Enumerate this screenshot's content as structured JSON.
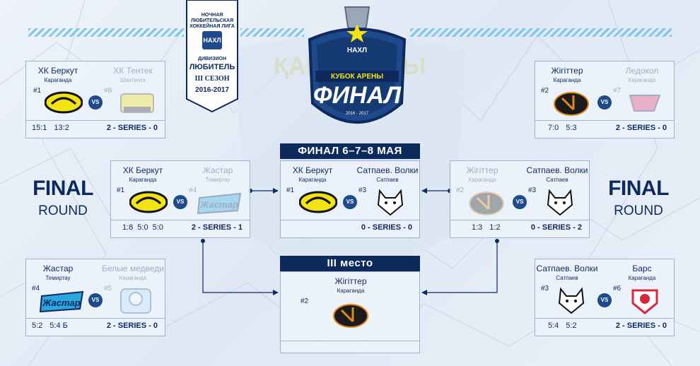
{
  "league": {
    "line1": "НОЧНАЯ",
    "line2": "ЛЮБИТЕЛЬСКАЯ",
    "line3": "ХОККЕЙНАЯ ЛИГА",
    "logo": "НАХЛ",
    "division_label": "ДИВИЗИОН",
    "division": "ЛЮБИТЕЛЬ",
    "season": "III СЕЗОН",
    "years": "2016-2017"
  },
  "final_badge": {
    "logo": "НАХЛ",
    "cup": "КУБОК АРЕНЫ",
    "title": "ФИНАЛ",
    "years": "2016 - 2017"
  },
  "final_round_label": {
    "line1": "FINAL",
    "line2": "ROUND"
  },
  "banners": {
    "final": "ФИНАЛ  6–7–8 МАЯ",
    "third": "III место"
  },
  "series": {
    "qf_left_top": {
      "a": {
        "name": "ХК Беркут",
        "city": "Караганда",
        "seed": "#1",
        "logo": "berkut-logo"
      },
      "b": {
        "name": "ХК Тентек",
        "city": "Шахтинск",
        "seed": "#8",
        "logo": "tentek-logo"
      },
      "scores": [
        "15:1",
        "13:2"
      ],
      "result": "2 - SERIES - 0"
    },
    "qf_left_bottom": {
      "a": {
        "name": "Жастар",
        "city": "Темиртау",
        "seed": "#4",
        "logo": "zhastar-logo"
      },
      "b": {
        "name": "Белые медведи",
        "city": "Караганда",
        "seed": "#5",
        "logo": "belye-medvedi-logo"
      },
      "scores": [
        "5:2",
        "5:4 Б"
      ],
      "result": "2 - SERIES - 0"
    },
    "qf_right_top": {
      "a": {
        "name": "Жігіттер",
        "city": "Караганда",
        "seed": "#2",
        "logo": "zhigitter-logo"
      },
      "b": {
        "name": "Ледокол",
        "city": "Караганда",
        "seed": "#7",
        "logo": "ledokol-logo"
      },
      "scores": [
        "7:0",
        "5:3"
      ],
      "result": "2 - SERIES - 0"
    },
    "qf_right_bottom": {
      "a": {
        "name": "Сатпаев. Волки",
        "city": "Сатпаев",
        "seed": "#3",
        "logo": "volki-logo"
      },
      "b": {
        "name": "Барс",
        "city": "Караганда",
        "seed": "#6",
        "logo": "bars-logo"
      },
      "scores": [
        "5:4",
        "5:2"
      ],
      "result": "2 - SERIES - 0"
    },
    "sf_left": {
      "a": {
        "name": "ХК Беркут",
        "city": "Караганда",
        "seed": "#1",
        "logo": "berkut-logo"
      },
      "b": {
        "name": "Жастар",
        "city": "Темиртау",
        "seed": "#4",
        "logo": "zhastar-logo"
      },
      "scores": [
        "1:8",
        "5:0",
        "5:0"
      ],
      "result": "2 - SERIES - 1"
    },
    "sf_right": {
      "a": {
        "name": "Жігіттер",
        "city": "Караганда",
        "seed": "#2",
        "logo": "zhigitter-logo"
      },
      "b": {
        "name": "Сатпаев. Волки",
        "city": "Сатпаев",
        "seed": "#3",
        "logo": "volki-logo"
      },
      "scores": [
        "1:3",
        "1:2"
      ],
      "result": "0 - SERIES - 2"
    },
    "final": {
      "a": {
        "name": "ХК Беркут",
        "city": "Караганда",
        "seed": "#1",
        "logo": "berkut-logo"
      },
      "b": {
        "name": "Сатпаев. Волки",
        "city": "Сатпаев",
        "seed": "#3",
        "logo": "volki-logo"
      },
      "scores": [],
      "result": "0 - SERIES - 0"
    },
    "third": {
      "a": {
        "name": "Жігіттер",
        "city": "Караганда",
        "seed": "#2",
        "logo": "zhigitter-logo"
      },
      "scores": [],
      "result": ""
    }
  },
  "vs_label": "VS",
  "colors": {
    "navy": "#0e2a5c",
    "accent": "#1e4a8c",
    "stripe": "#7fc7ec",
    "yellow": "#f2e312"
  }
}
